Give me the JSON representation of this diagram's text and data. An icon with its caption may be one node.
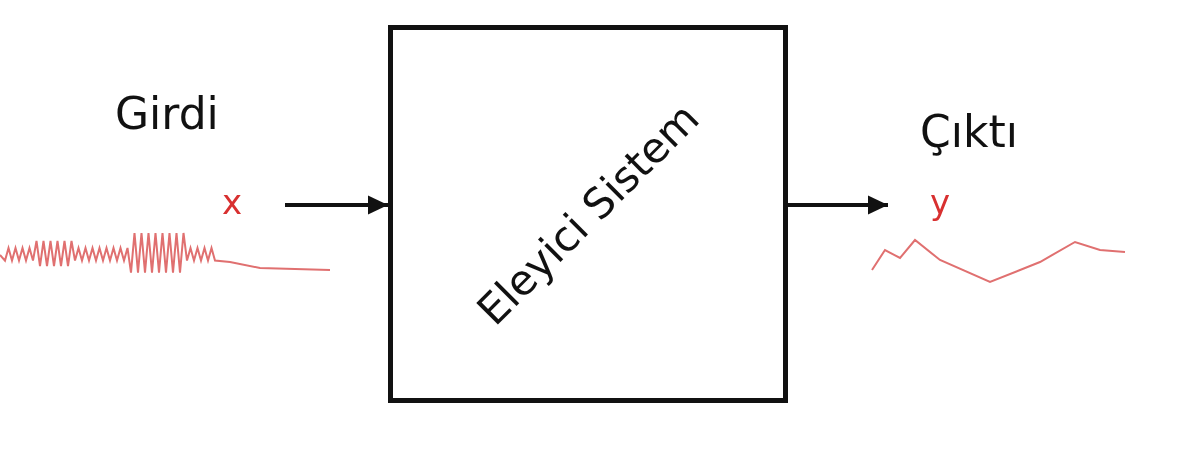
{
  "diagram": {
    "nodes": [
      {
        "text": [
          "x"
        ]
      },
      {
        "text": [
          "Eleyici Sistem"
        ]
      },
      {
        "text": [
          "y"
        ]
      }
    ],
    "edges": [
      {
        "from": 0,
        "to": 1,
        "arrow": "to"
      },
      {
        "from": 1,
        "to": 2,
        "arrow": "to"
      }
    ],
    "labels": [
      "Girdi",
      "Çıktı"
    ]
  }
}
